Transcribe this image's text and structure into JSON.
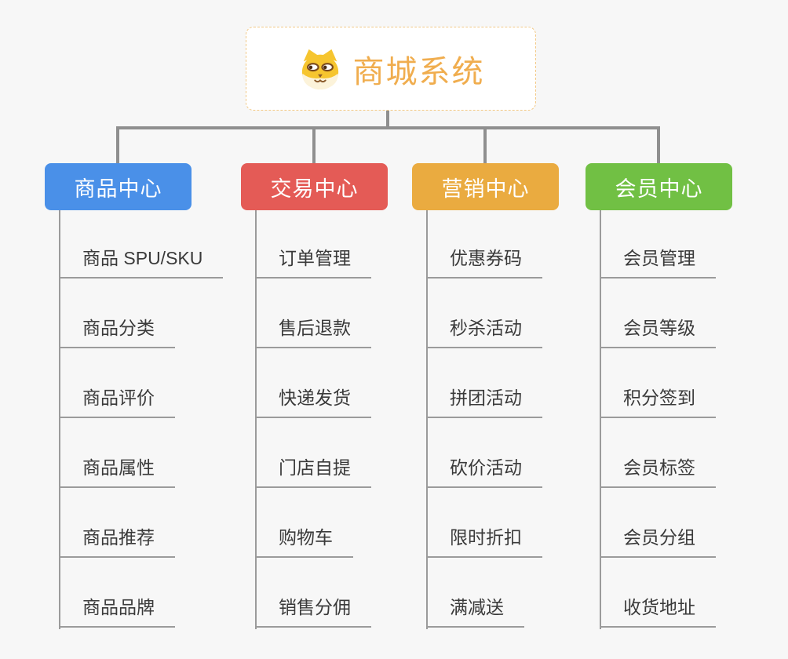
{
  "root": {
    "title": "商城系统",
    "icon": "dog-face-icon",
    "text_color": "#F0AD4E",
    "border_color": "#F2C987"
  },
  "colors": {
    "background": "#F7F7F7",
    "connector": "#8F8F8F",
    "branch_line": "#9B9B9B",
    "item_text": "#3A3A3A",
    "head_text": "#FFFFFF"
  },
  "branches": [
    {
      "label": "商品中心",
      "color": "#4A90E8",
      "items": [
        "商品 SPU/SKU",
        "商品分类",
        "商品评价",
        "商品属性",
        "商品推荐",
        "商品品牌"
      ]
    },
    {
      "label": "交易中心",
      "color": "#E45B56",
      "items": [
        "订单管理",
        "售后退款",
        "快递发货",
        "门店自提",
        "购物车",
        "销售分佣"
      ]
    },
    {
      "label": "营销中心",
      "color": "#EAAB40",
      "items": [
        "优惠券码",
        "秒杀活动",
        "拼团活动",
        "砍价活动",
        "限时折扣",
        "满减送"
      ]
    },
    {
      "label": "会员中心",
      "color": "#71C044",
      "items": [
        "会员管理",
        "会员等级",
        "积分签到",
        "会员标签",
        "会员分组",
        "收货地址"
      ]
    }
  ]
}
